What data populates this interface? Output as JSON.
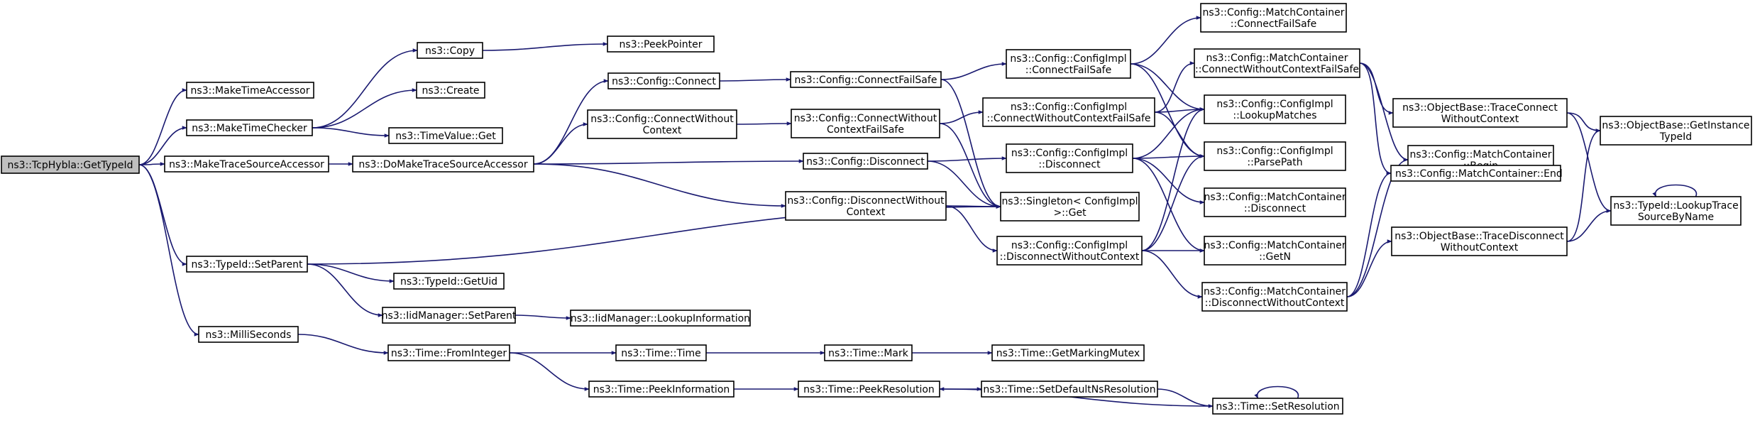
{
  "graph": {
    "title": "",
    "colors": {
      "edge": "#191970",
      "node_border": "#000000",
      "node_fill": "#ffffff",
      "root_fill": "#bfbfbf"
    },
    "nodes": [
      {
        "id": "n1",
        "lines": [
          "ns3::TcpHybla::GetTypeId"
        ],
        "root": true
      },
      {
        "id": "n2",
        "lines": [
          "ns3::MakeTimeAccessor"
        ]
      },
      {
        "id": "n3",
        "lines": [
          "ns3::MakeTimeChecker"
        ]
      },
      {
        "id": "n4",
        "lines": [
          "ns3::MakeTraceSourceAccessor"
        ]
      },
      {
        "id": "n5",
        "lines": [
          "ns3::TypeId::SetParent"
        ]
      },
      {
        "id": "n6",
        "lines": [
          "ns3::MilliSeconds"
        ]
      },
      {
        "id": "n7",
        "lines": [
          "ns3::Copy"
        ]
      },
      {
        "id": "n8",
        "lines": [
          "ns3::PeekPointer"
        ]
      },
      {
        "id": "n9",
        "lines": [
          "ns3::Create"
        ]
      },
      {
        "id": "n10",
        "lines": [
          "ns3::TimeValue::Get"
        ]
      },
      {
        "id": "n11",
        "lines": [
          "ns3::DoMakeTraceSourceAccessor"
        ]
      },
      {
        "id": "n12",
        "lines": [
          "ns3::Config::Connect"
        ]
      },
      {
        "id": "n13",
        "lines": [
          "ns3::Config::ConnectWithout",
          "Context"
        ]
      },
      {
        "id": "n14",
        "lines": [
          "ns3::Config::ConnectFailSafe"
        ]
      },
      {
        "id": "n15",
        "lines": [
          "ns3::Config::ConnectWithout",
          "ContextFailSafe"
        ]
      },
      {
        "id": "n16",
        "lines": [
          "ns3::Config::Disconnect"
        ]
      },
      {
        "id": "n17",
        "lines": [
          "ns3::Config::DisconnectWithout",
          "Context"
        ]
      },
      {
        "id": "n18",
        "lines": [
          "ns3::Config::ConfigImpl",
          "::ConnectFailSafe"
        ]
      },
      {
        "id": "n19",
        "lines": [
          "ns3::Config::ConfigImpl",
          "::ConnectWithoutContextFailSafe"
        ]
      },
      {
        "id": "n20",
        "lines": [
          "ns3::Config::ConfigImpl",
          "::Disconnect"
        ]
      },
      {
        "id": "n21",
        "lines": [
          "ns3::Singleton< ConfigImpl",
          " >::Get"
        ]
      },
      {
        "id": "n22",
        "lines": [
          "ns3::Config::ConfigImpl",
          "::DisconnectWithoutContext"
        ]
      },
      {
        "id": "n23",
        "lines": [
          "ns3::Config::MatchContainer",
          "::ConnectFailSafe"
        ]
      },
      {
        "id": "n24",
        "lines": [
          "ns3::Config::MatchContainer",
          "::ConnectWithoutContextFailSafe"
        ]
      },
      {
        "id": "n25",
        "lines": [
          "ns3::Config::ConfigImpl",
          "::LookupMatches"
        ]
      },
      {
        "id": "n26",
        "lines": [
          "ns3::Config::ConfigImpl",
          "::ParsePath"
        ]
      },
      {
        "id": "n27",
        "lines": [
          "ns3::Config::MatchContainer",
          "::Disconnect"
        ]
      },
      {
        "id": "n28",
        "lines": [
          "ns3::Config::MatchContainer",
          "::GetN"
        ]
      },
      {
        "id": "n29",
        "lines": [
          "ns3::Config::MatchContainer",
          "::DisconnectWithoutContext"
        ]
      },
      {
        "id": "n30",
        "lines": [
          "ns3::ObjectBase::TraceConnect",
          "WithoutContext"
        ]
      },
      {
        "id": "n31",
        "lines": [
          "ns3::Config::MatchContainer",
          "::Begin"
        ]
      },
      {
        "id": "n32",
        "lines": [
          "ns3::Config::MatchContainer::End"
        ]
      },
      {
        "id": "n33",
        "lines": [
          "ns3::ObjectBase::TraceDisconnect",
          "WithoutContext"
        ]
      },
      {
        "id": "n34",
        "lines": [
          "ns3::ObjectBase::GetInstance",
          "TypeId"
        ]
      },
      {
        "id": "n35",
        "lines": [
          "ns3::TypeId::LookupTrace",
          "SourceByName"
        ]
      },
      {
        "id": "n36",
        "lines": [
          "ns3::TypeId::GetUid"
        ]
      },
      {
        "id": "n37",
        "lines": [
          "ns3::IidManager::SetParent"
        ]
      },
      {
        "id": "n38",
        "lines": [
          "ns3::IidManager::LookupInformation"
        ]
      },
      {
        "id": "n39",
        "lines": [
          "ns3::Time::FromInteger"
        ]
      },
      {
        "id": "n40",
        "lines": [
          "ns3::Time::Time"
        ]
      },
      {
        "id": "n41",
        "lines": [
          "ns3::Time::PeekInformation"
        ]
      },
      {
        "id": "n42",
        "lines": [
          "ns3::Time::Mark"
        ]
      },
      {
        "id": "n43",
        "lines": [
          "ns3::Time::PeekResolution"
        ]
      },
      {
        "id": "n44",
        "lines": [
          "ns3::Time::GetMarkingMutex"
        ]
      },
      {
        "id": "n45",
        "lines": [
          "ns3::Time::SetDefaultNsResolution"
        ]
      },
      {
        "id": "n46",
        "lines": [
          "ns3::Time::SetResolution"
        ]
      }
    ],
    "edges": [
      [
        "n1",
        "n2"
      ],
      [
        "n1",
        "n3"
      ],
      [
        "n1",
        "n4"
      ],
      [
        "n1",
        "n5"
      ],
      [
        "n1",
        "n6"
      ],
      [
        "n3",
        "n7"
      ],
      [
        "n3",
        "n9"
      ],
      [
        "n3",
        "n10"
      ],
      [
        "n7",
        "n8"
      ],
      [
        "n4",
        "n11"
      ],
      [
        "n11",
        "n12"
      ],
      [
        "n11",
        "n13"
      ],
      [
        "n11",
        "n16"
      ],
      [
        "n11",
        "n17"
      ],
      [
        "n12",
        "n14"
      ],
      [
        "n13",
        "n15"
      ],
      [
        "n14",
        "n18"
      ],
      [
        "n14",
        "n21"
      ],
      [
        "n15",
        "n19"
      ],
      [
        "n15",
        "n21"
      ],
      [
        "n16",
        "n20"
      ],
      [
        "n16",
        "n21"
      ],
      [
        "n17",
        "n21"
      ],
      [
        "n17",
        "n22"
      ],
      [
        "n18",
        "n23"
      ],
      [
        "n18",
        "n25"
      ],
      [
        "n18",
        "n26"
      ],
      [
        "n19",
        "n24"
      ],
      [
        "n19",
        "n25"
      ],
      [
        "n19",
        "n26"
      ],
      [
        "n20",
        "n25"
      ],
      [
        "n20",
        "n26"
      ],
      [
        "n20",
        "n27"
      ],
      [
        "n20",
        "n28"
      ],
      [
        "n22",
        "n25"
      ],
      [
        "n22",
        "n26"
      ],
      [
        "n22",
        "n28"
      ],
      [
        "n22",
        "n29"
      ],
      [
        "n24",
        "n30"
      ],
      [
        "n24",
        "n31"
      ],
      [
        "n24",
        "n32"
      ],
      [
        "n29",
        "n31"
      ],
      [
        "n29",
        "n32"
      ],
      [
        "n29",
        "n33"
      ],
      [
        "n30",
        "n34"
      ],
      [
        "n30",
        "n35"
      ],
      [
        "n33",
        "n34"
      ],
      [
        "n33",
        "n35"
      ],
      [
        "n35",
        "n35"
      ],
      [
        "n5",
        "n21"
      ],
      [
        "n5",
        "n36"
      ],
      [
        "n5",
        "n37"
      ],
      [
        "n37",
        "n38"
      ],
      [
        "n6",
        "n39"
      ],
      [
        "n39",
        "n40"
      ],
      [
        "n39",
        "n41"
      ],
      [
        "n40",
        "n42"
      ],
      [
        "n42",
        "n44"
      ],
      [
        "n41",
        "n43"
      ],
      [
        "n43",
        "n45"
      ],
      [
        "n45",
        "n46"
      ],
      [
        "n46",
        "n43"
      ],
      [
        "n46",
        "n46"
      ]
    ]
  }
}
